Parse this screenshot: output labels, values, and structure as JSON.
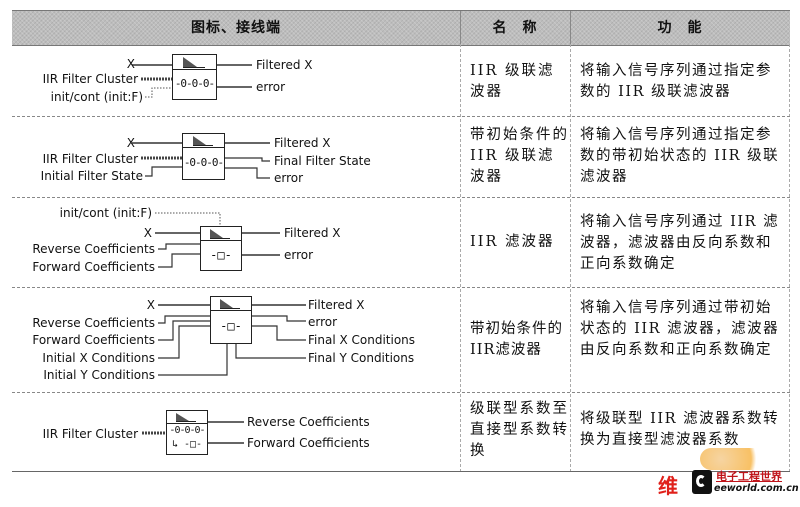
{
  "header": {
    "col_icon": "图标、接线端",
    "col_name": "名　称",
    "col_function": "功　能"
  },
  "rows": [
    {
      "inputs": [
        "X",
        "IIR Filter Cluster",
        "init/cont (init:F)"
      ],
      "outputs": [
        "Filtered X",
        "error"
      ],
      "icon": "iir-cascade-filter-icon",
      "name": "IIR 级联滤波器",
      "function": "将输入信号序列通过指定参数的 IIR 级联滤波器"
    },
    {
      "inputs": [
        "X",
        "IIR Filter Cluster",
        "Initial Filter State"
      ],
      "outputs": [
        "Filtered X",
        "Final Filter State",
        "error"
      ],
      "icon": "iir-cascade-filter-with-ic-icon",
      "name": "带初始条件的 IIR 级联滤波器",
      "function": "将输入信号序列通过指定参数的带初始状态的 IIR 级联滤波器"
    },
    {
      "inputs": [
        "init/cont (init:F)",
        "X",
        "Reverse Coefficients",
        "Forward Coefficients"
      ],
      "outputs": [
        "Filtered X",
        "error"
      ],
      "icon": "iir-filter-icon",
      "name": "IIR 滤波器",
      "function": "将输入信号序列通过 IIR 滤波器，滤波器由反向系数和正向系数确定"
    },
    {
      "inputs": [
        "X",
        "Reverse Coefficients",
        "Forward Coefficients",
        "Initial X Conditions",
        "Initial Y Conditions"
      ],
      "outputs": [
        "Filtered X",
        "error",
        "Final X Conditions",
        "Final Y Conditions"
      ],
      "icon": "iir-filter-with-ic-icon",
      "name": "带初始条件的IIR滤波器",
      "function": "将输入信号序列通过带初始状态的 IIR 滤波器，滤波器由反向系数和正向系数确定"
    },
    {
      "inputs": [
        "IIR Filter Cluster"
      ],
      "outputs": [
        "Reverse Coefficients",
        "Forward Coefficients"
      ],
      "icon": "cascade-to-direct-coefficients-icon",
      "name": "级联型系数至直接型系数转换",
      "function": "将级联型 IIR 滤波器系数转换为直接型滤波器系数"
    }
  ],
  "watermark": {
    "brand_cn": "电子工程世界",
    "brand_url": "eeworld.com.cn",
    "prefix": "维"
  },
  "colors": {
    "header_bg": "#bdbdbd",
    "watermark_red": "#e0201a",
    "watermark_orange": "#f5a623"
  }
}
